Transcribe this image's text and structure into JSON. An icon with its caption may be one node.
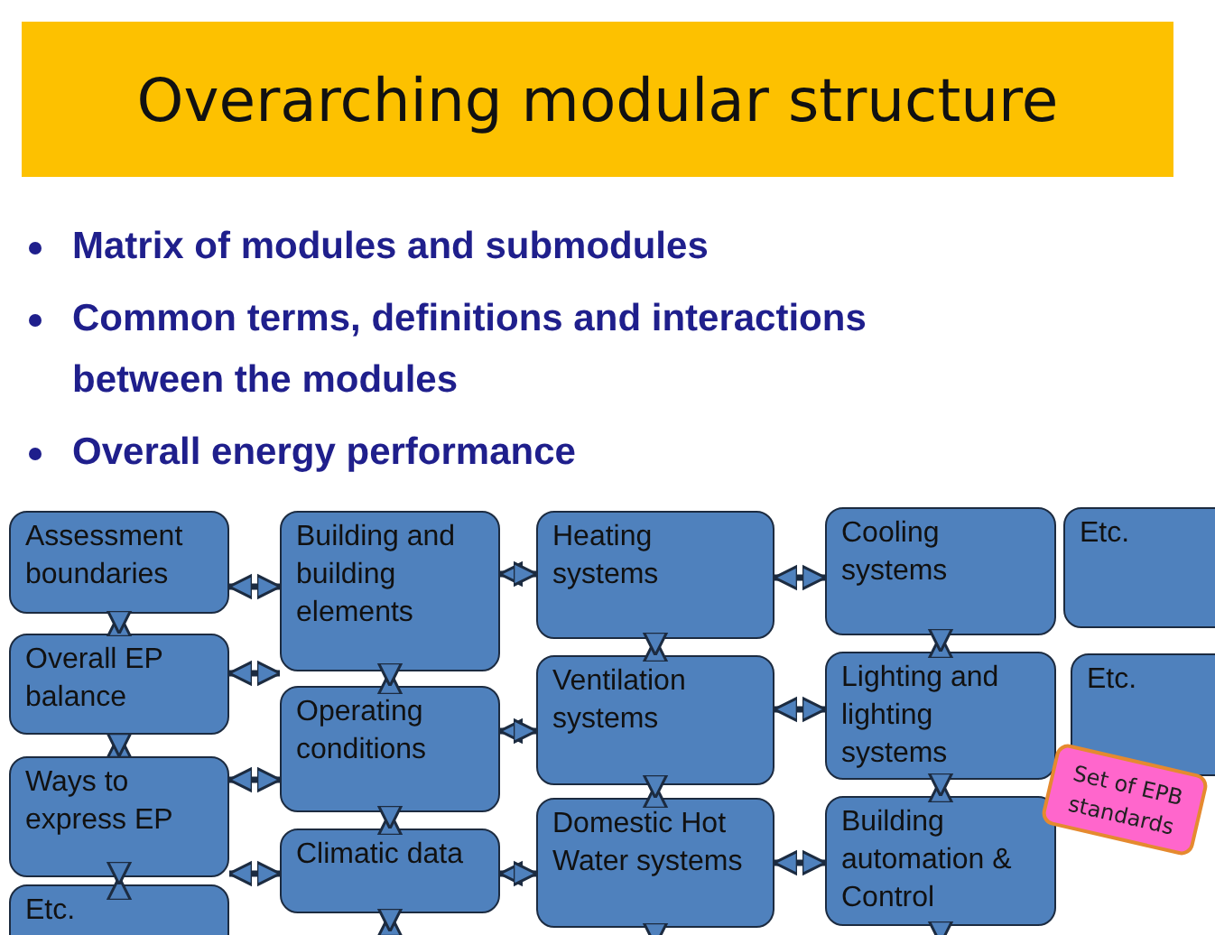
{
  "diagram": {
    "title": "Overarching modular structure",
    "labels": [
      "Matrix of modules and submodules",
      "Common terms, definitions and interactions between the modules",
      "Overall energy performance"
    ],
    "nodes": [
      {
        "text": [
          "Assessment boundaries"
        ]
      },
      {
        "text": [
          "Overall EP balance"
        ]
      },
      {
        "text": [
          "Ways to express EP"
        ]
      },
      {
        "text": [
          "Etc."
        ]
      },
      {
        "text": [
          "Building and building elements"
        ]
      },
      {
        "text": [
          "Operating conditions"
        ]
      },
      {
        "text": [
          "Climatic data"
        ]
      },
      {
        "text": [
          "Heating systems"
        ]
      },
      {
        "text": [
          "Ventilation systems"
        ]
      },
      {
        "text": [
          "Domestic Hot Water systems"
        ]
      },
      {
        "text": [
          "Cooling systems"
        ]
      },
      {
        "text": [
          "Etc."
        ]
      },
      {
        "text": [
          "Lighting and lighting systems"
        ]
      },
      {
        "text": [
          "Etc."
        ]
      },
      {
        "text": [
          "Building automation & Control"
        ]
      },
      {
        "text": [
          "Set of EPB standards"
        ]
      }
    ],
    "edges": [
      {
        "from": 0,
        "to": 4,
        "arrow": "both"
      },
      {
        "from": 0,
        "to": 1,
        "arrow": "both"
      },
      {
        "from": 1,
        "to": 4,
        "arrow": "both"
      },
      {
        "from": 1,
        "to": 2,
        "arrow": "both"
      },
      {
        "from": 2,
        "to": 5,
        "arrow": "both"
      },
      {
        "from": 2,
        "to": 6,
        "arrow": "both"
      },
      {
        "from": 2,
        "to": 3,
        "arrow": "both"
      },
      {
        "from": 4,
        "to": 7,
        "arrow": "both"
      },
      {
        "from": 4,
        "to": 5,
        "arrow": "both"
      },
      {
        "from": 5,
        "to": 8,
        "arrow": "both"
      },
      {
        "from": 5,
        "to": 6,
        "arrow": "both"
      },
      {
        "from": 6,
        "to": 9,
        "arrow": "both"
      },
      {
        "from": 6,
        "to": null,
        "arrow": "both"
      },
      {
        "from": 7,
        "to": 10,
        "arrow": "both"
      },
      {
        "from": 7,
        "to": 8,
        "arrow": "both"
      },
      {
        "from": 8,
        "to": 12,
        "arrow": "both"
      },
      {
        "from": 8,
        "to": 9,
        "arrow": "both"
      },
      {
        "from": 9,
        "to": null,
        "arrow": "both"
      },
      {
        "from": 10,
        "to": 12,
        "arrow": "both"
      },
      {
        "from": 12,
        "to": 14,
        "arrow": "both"
      },
      {
        "from": 9,
        "to": 14,
        "arrow": "both"
      },
      {
        "from": 14,
        "to": null,
        "arrow": "both"
      }
    ]
  }
}
